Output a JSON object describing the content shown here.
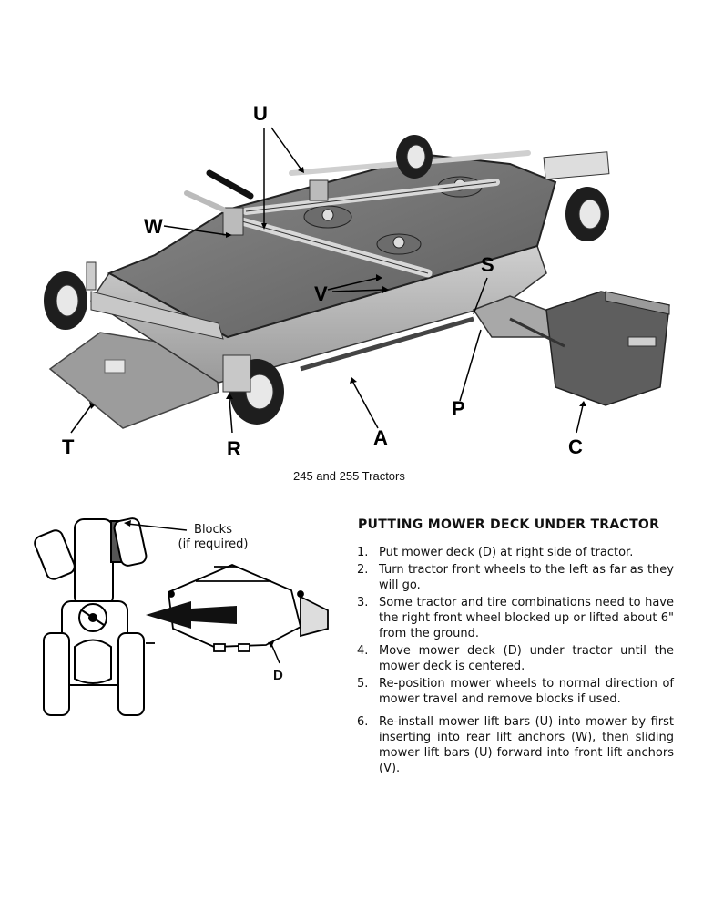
{
  "figure_top": {
    "callouts": {
      "U": "U",
      "W": "W",
      "V": "V",
      "S": "S",
      "P": "P",
      "T": "T",
      "R": "R",
      "A": "A",
      "C": "C"
    },
    "caption": "245 and 255 Tractors"
  },
  "figure_small": {
    "blocks_label_line1": "Blocks",
    "blocks_label_line2": "(if required)",
    "deck_label": "D"
  },
  "section": {
    "title": "PUTTING MOWER DECK UNDER TRACTOR",
    "steps": [
      {
        "num": "1.",
        "text": "Put mower deck (D) at right side of tractor."
      },
      {
        "num": "2.",
        "text": "Turn tractor front wheels to the left as far as they will go."
      },
      {
        "num": "3.",
        "text": "Some tractor and tire combinations need to have the right front wheel blocked up or lifted about 6\" from the ground."
      },
      {
        "num": "4.",
        "text": "Move mower deck (D) under tractor until the mower deck is centered."
      },
      {
        "num": "5.",
        "text": "Re-position mower wheels to normal direction of mower travel and remove blocks if used."
      },
      {
        "num": "6.",
        "text": "Re-install mower lift bars (U) into mower by first inserting into rear lift anchors (W), then sliding mower lift bars (U) forward into front lift anchors (V)."
      }
    ]
  }
}
